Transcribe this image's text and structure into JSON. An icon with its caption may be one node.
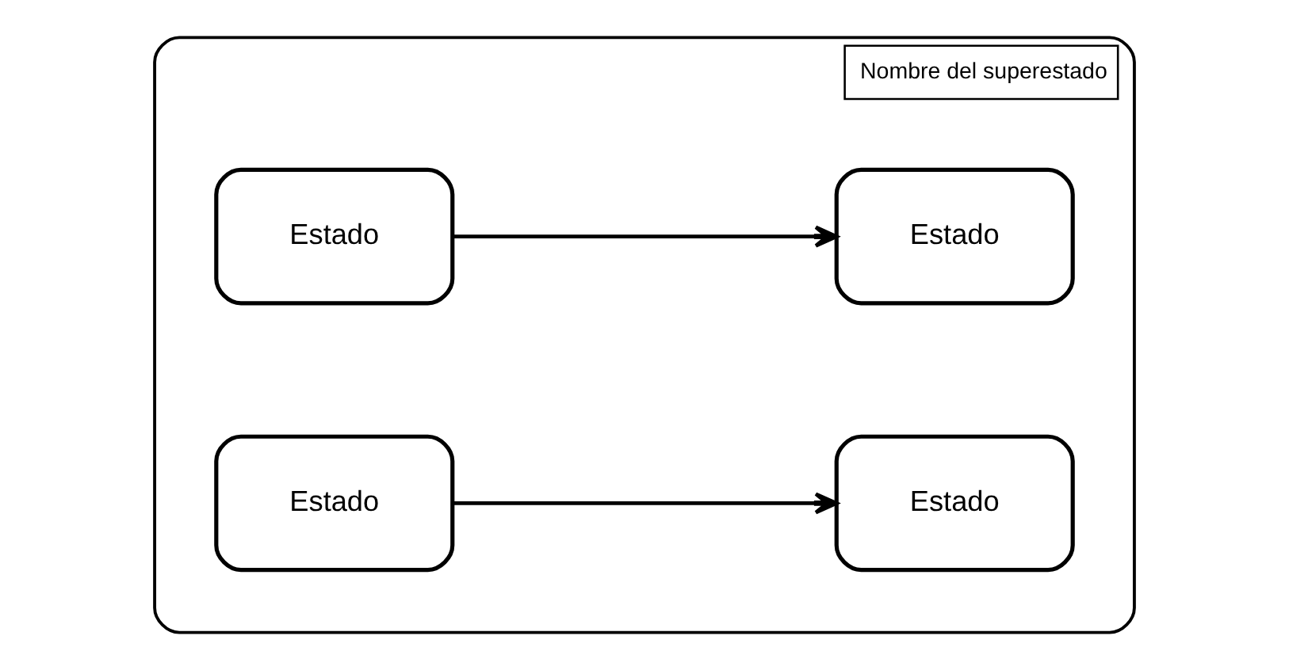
{
  "diagram": {
    "nodes": [
      {
        "text": [
          "Nombre del superestado"
        ]
      },
      {
        "text": [
          "Estado"
        ],
        "in": 0
      },
      {
        "text": [
          "Estado"
        ],
        "in": 0
      },
      {
        "text": [
          "Estado"
        ],
        "in": 0
      },
      {
        "text": [
          "Estado"
        ],
        "in": 0
      }
    ],
    "edges": [
      {
        "from": 1,
        "to": 2,
        "arrow": "to"
      },
      {
        "from": 3,
        "to": 4,
        "arrow": "to"
      }
    ]
  }
}
